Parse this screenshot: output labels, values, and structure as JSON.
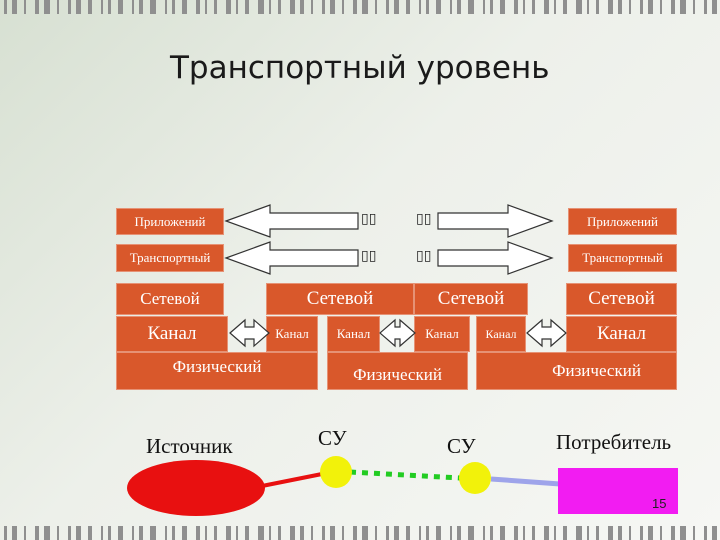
{
  "slide": {
    "title": "Транспортный уровень",
    "page_number": "15"
  },
  "colors": {
    "layer_fill": "#d9582b",
    "source_node": "#e81010",
    "switch_node": "#f2f20a",
    "consumer_node": "#f21cf2",
    "link_green": "#22cc22",
    "link_blue": "#9ea4ea"
  },
  "stacks": {
    "left": {
      "application": "Приложений",
      "transport": "Транспортный",
      "network": "Сетевой",
      "datalink": "Канал",
      "physical": "Физический"
    },
    "switch1": {
      "network": "Сетевой",
      "datalink_left": "Канал",
      "datalink_right": "Канал",
      "physical": "Физический"
    },
    "switch2": {
      "network": "Сетевой",
      "datalink_left": "Канал",
      "datalink_right": "Канал",
      "physical": "Физический"
    },
    "right": {
      "application": "Приложений",
      "transport": "Транспортный",
      "network": "Сетевой",
      "datalink": "Канал",
      "physical": "Физический"
    }
  },
  "arrow_glyphs": {
    "app_left": "▯▯",
    "app_right": "▯▯",
    "transport_left": "▯▯",
    "transport_right": "▯▯"
  },
  "nodes": {
    "source": "Источник",
    "switch1": "СУ",
    "switch2": "СУ",
    "consumer": "Потребитель"
  }
}
